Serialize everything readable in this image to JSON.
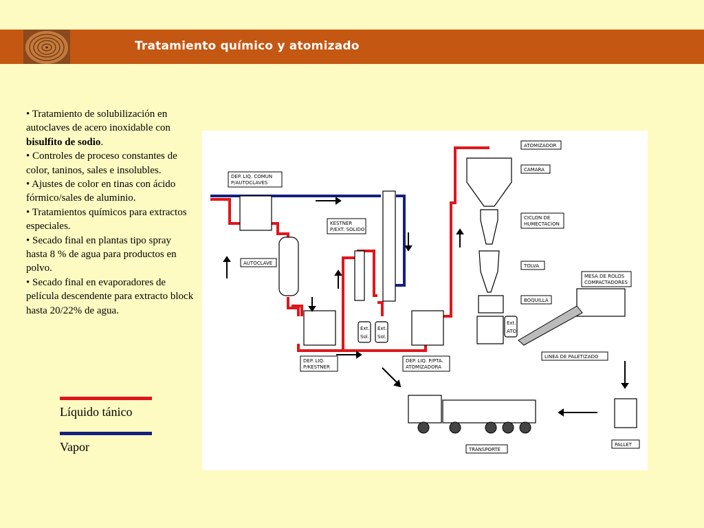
{
  "header": {
    "title": "Tratamiento químico y atomizado"
  },
  "bullets": [
    {
      "pre": "•  Tratamiento de solubilización en autoclaves de acero inoxidable con ",
      "bold": "bisulfito de sodio",
      "post": "."
    },
    {
      "pre": "• Controles de proceso constantes de color, taninos, sales e insolubles.",
      "bold": "",
      "post": ""
    },
    {
      "pre": "• Ajustes de color en tinas con ácido fórmico/sales de aluminio.",
      "bold": "",
      "post": ""
    },
    {
      "pre": "• Tratamientos químicos para extractos especiales.",
      "bold": "",
      "post": ""
    },
    {
      "pre": "• Secado final en plantas tipo spray hasta 8 % de agua para productos en polvo.",
      "bold": "",
      "post": ""
    },
    {
      "pre": "• Secado final en evaporadores de película descendente para extracto block hasta 20/22% de agua.",
      "bold": "",
      "post": ""
    }
  ],
  "legend": [
    {
      "label": "Líquido tánico",
      "color": "#e0161b"
    },
    {
      "label": "Vapor",
      "color": "#16207e"
    }
  ],
  "diagram": {
    "labels": {
      "dep_liq_comun_1": "DEP. LIQ. COMUN",
      "dep_liq_comun_2": "P/AUTOCLAVES",
      "autoclave": "AUTOCLAVE",
      "kestner_1": "KESTNER",
      "kestner_2": "P/EXT. SOLIDO",
      "dep_kestner_1": "DEP. LIQ.",
      "dep_kestner_2": "P/KESTNER",
      "dep_ppta_1": "DEP. LIQ. P/PTA.",
      "dep_ppta_2": "ATOMIZADORA",
      "ext_sol_a_1": "Ext.",
      "ext_sol_a_2": "Sol.",
      "ext_sol_b_1": "Ext.",
      "ext_sol_b_2": "Sol.",
      "ext_ato_1": "Ext.",
      "ext_ato_2": "ATO",
      "atomizador": "ATOMIZADOR",
      "camara": "CAMARA",
      "ciclon_1": "CICLON DE",
      "ciclon_2": "HUMECTACION",
      "tolva": "TOLVA",
      "boquilla": "BOQUILLA",
      "mesa_1": "MESA DE ROLOS",
      "mesa_2": "COMPACTADORES",
      "paletizado": "LINEA DE PALETIZADO",
      "pallet": "PALLET",
      "transporte": "TRANSPORTE"
    },
    "colors": {
      "liquid": "#e0161b",
      "steam": "#16207e"
    }
  }
}
